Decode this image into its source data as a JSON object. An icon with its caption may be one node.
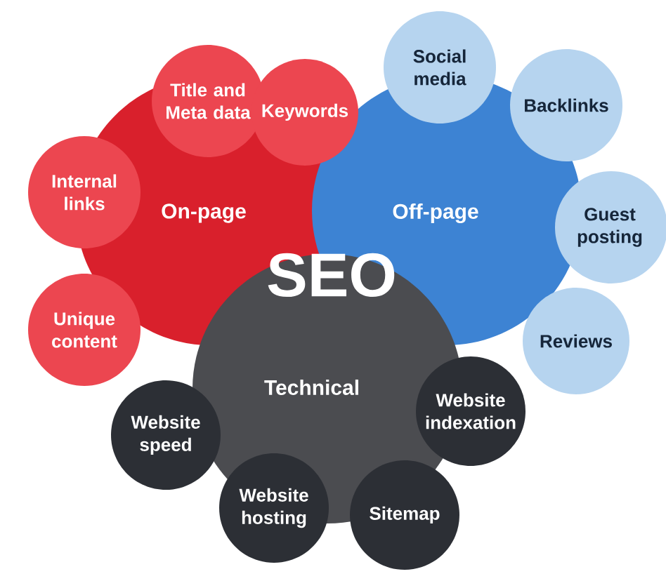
{
  "diagram": {
    "nodes": [
      {
        "text": [
          "On-page"
        ]
      },
      {
        "text": [
          "Off-page"
        ]
      },
      {
        "text": [
          "Technical"
        ]
      },
      {
        "text": [
          "Title and Meta data"
        ]
      },
      {
        "text": [
          "Keywords"
        ]
      },
      {
        "text": [
          "Internal links"
        ]
      },
      {
        "text": [
          "Unique content"
        ]
      },
      {
        "text": [
          "Social media"
        ]
      },
      {
        "text": [
          "Backlinks"
        ]
      },
      {
        "text": [
          "Guest posting"
        ]
      },
      {
        "text": [
          "Reviews"
        ]
      },
      {
        "text": [
          "Website indexation"
        ]
      },
      {
        "text": [
          "Website speed"
        ]
      },
      {
        "text": [
          "Website hosting"
        ]
      },
      {
        "text": [
          "Sitemap"
        ]
      }
    ],
    "edges": [],
    "labels": [
      "SEO"
    ]
  }
}
